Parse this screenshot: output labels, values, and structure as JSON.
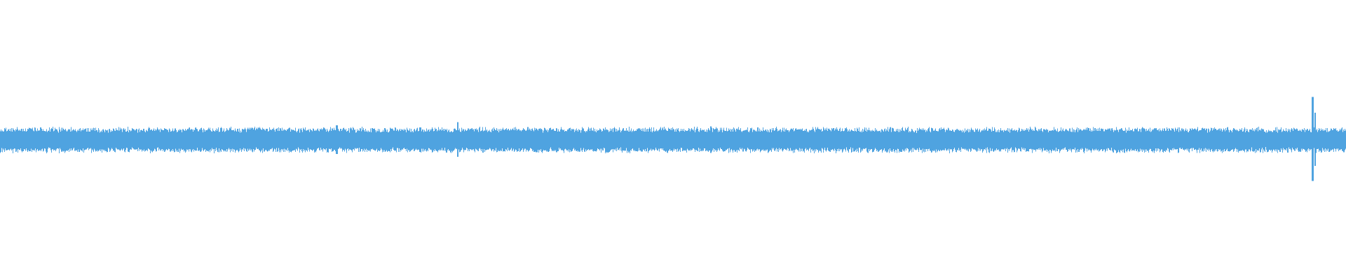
{
  "waveform": {
    "color": "#4fa3e0",
    "background": "#ffffff",
    "baseline_amplitude": 0.09,
    "noise_amplitude": 0.02,
    "transients": [
      {
        "position": 0.25,
        "amplitude": 0.14
      },
      {
        "position": 0.312,
        "amplitude": 0.12
      },
      {
        "position": 0.34,
        "amplitude": 0.17
      },
      {
        "position": 0.528,
        "amplitude": 0.13
      },
      {
        "position": 0.975,
        "amplitude": 0.41
      },
      {
        "position": 0.977,
        "amplitude": 0.26
      }
    ]
  }
}
